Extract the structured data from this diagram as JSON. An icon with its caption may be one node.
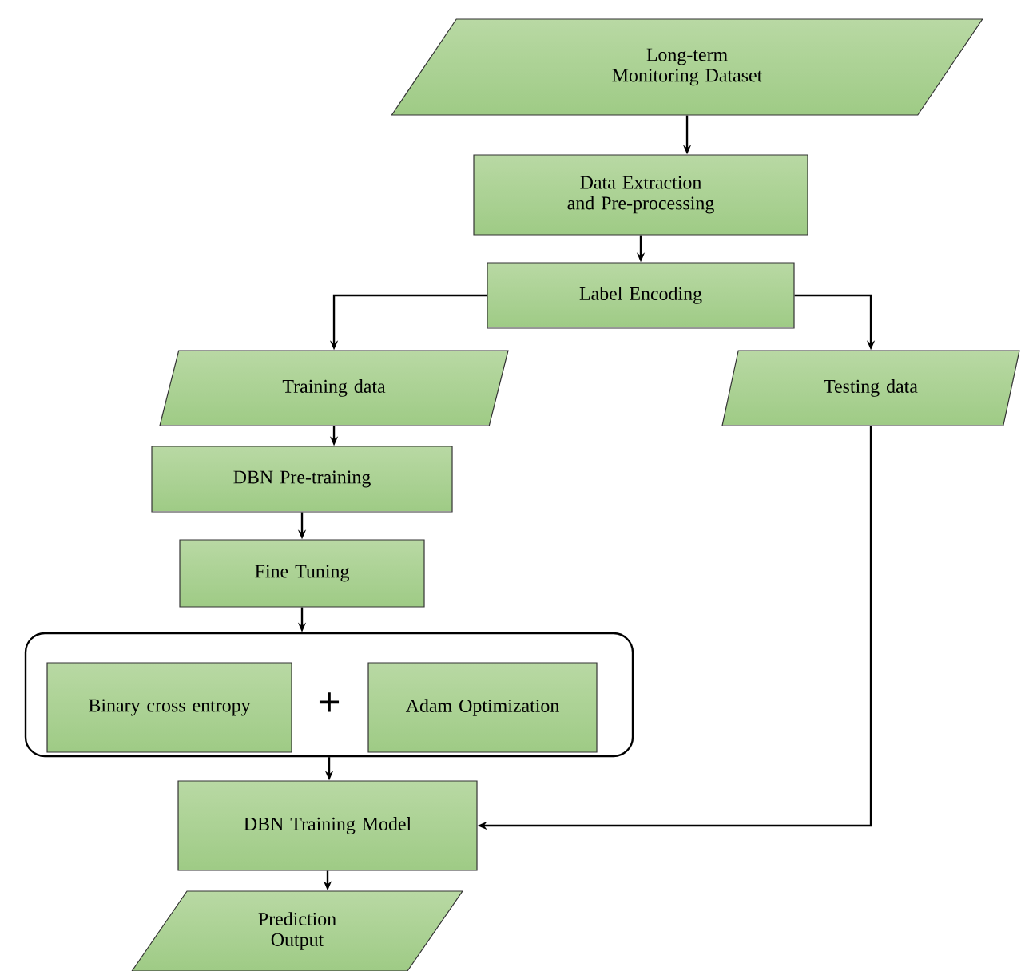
{
  "diagram": {
    "nodes": [
      {
        "text": [
          "Long-term Monitoring Dataset"
        ]
      },
      {
        "text": [
          "Data Extraction and Pre-processing"
        ]
      },
      {
        "text": [
          "Label Encoding"
        ]
      },
      {
        "text": [
          "Training data"
        ]
      },
      {
        "text": [
          "Testing data"
        ]
      },
      {
        "text": [
          "DBN Pre-training"
        ]
      },
      {
        "text": [
          "Fine Tuning"
        ]
      },
      {
        "text": [],
        "shape": "box"
      },
      {
        "text": [
          "Binary cross entropy"
        ],
        "in": 7
      },
      {
        "text": [
          "Adam Optimization"
        ],
        "in": 7
      },
      {
        "text": [
          "DBN Training Model"
        ]
      },
      {
        "text": [
          "Prediction Output"
        ]
      }
    ],
    "edges": [
      {
        "from": 0,
        "to": 1,
        "arrow": "to"
      },
      {
        "from": 1,
        "to": 2,
        "arrow": "to"
      },
      {
        "from": 2,
        "to": 3,
        "arrow": "to"
      },
      {
        "from": 2,
        "to": 4,
        "arrow": "to"
      },
      {
        "from": 3,
        "to": 5,
        "arrow": "to"
      },
      {
        "from": 5,
        "to": 6,
        "arrow": "to"
      },
      {
        "from": 6,
        "to": 7,
        "arrow": "to"
      },
      {
        "from": 7,
        "to": 10,
        "arrow": "to"
      },
      {
        "from": 4,
        "to": 10,
        "arrow": "to"
      },
      {
        "from": 10,
        "to": 11,
        "arrow": "to"
      }
    ],
    "labels": [
      "+"
    ]
  }
}
